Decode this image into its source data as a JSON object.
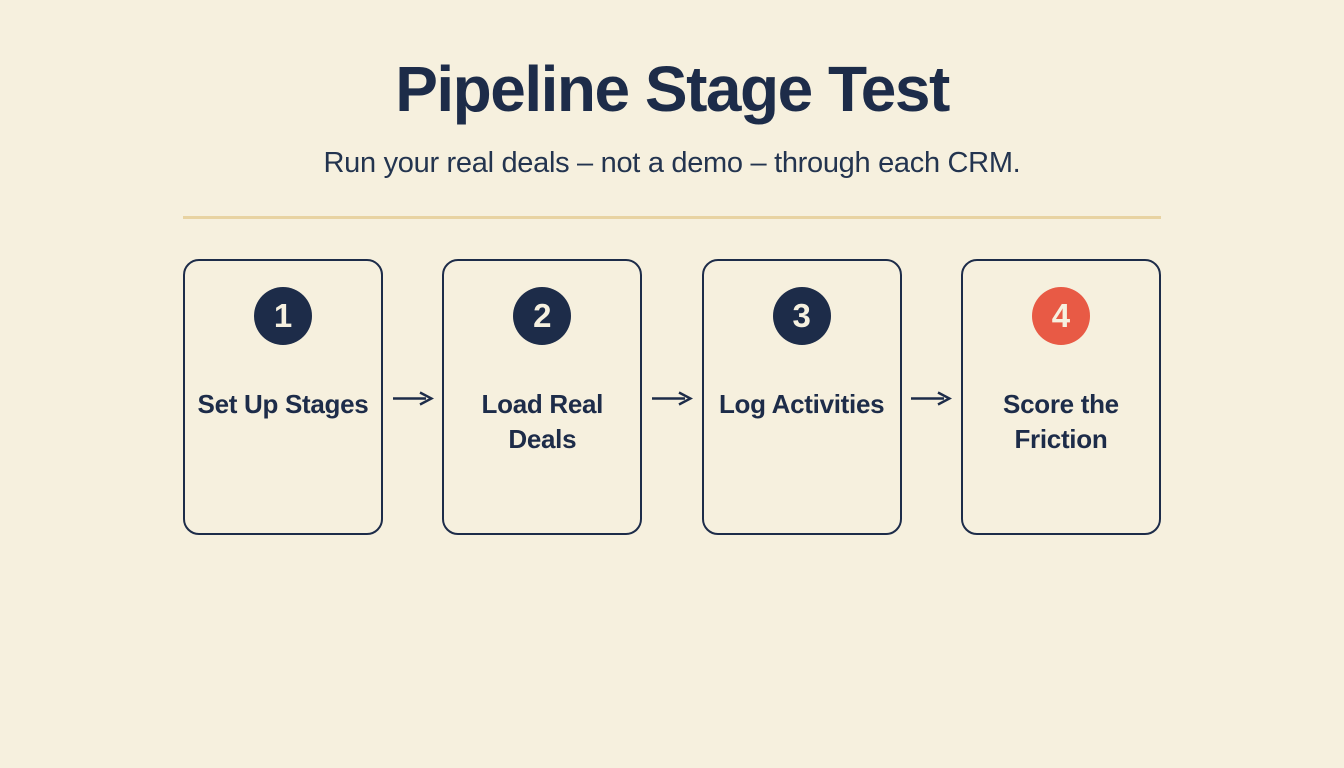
{
  "header": {
    "title": "Pipeline Stage Test",
    "subtitle": "Run your real deals – not a demo – through each CRM."
  },
  "steps": [
    {
      "number": "1",
      "label": "Set Up Stages",
      "circle_color": "#1d2c49"
    },
    {
      "number": "2",
      "label": "Load Real Deals",
      "circle_color": "#1d2c49"
    },
    {
      "number": "3",
      "label": "Log Activities",
      "circle_color": "#1d2c49"
    },
    {
      "number": "4",
      "label": "Score the Friction",
      "circle_color": "#e85a45"
    }
  ],
  "colors": {
    "background": "#f6f0de",
    "navy": "#1d2c49",
    "accent": "#e85a45",
    "divider": "#e8d3a2",
    "number_text": "#f6f1e0"
  }
}
